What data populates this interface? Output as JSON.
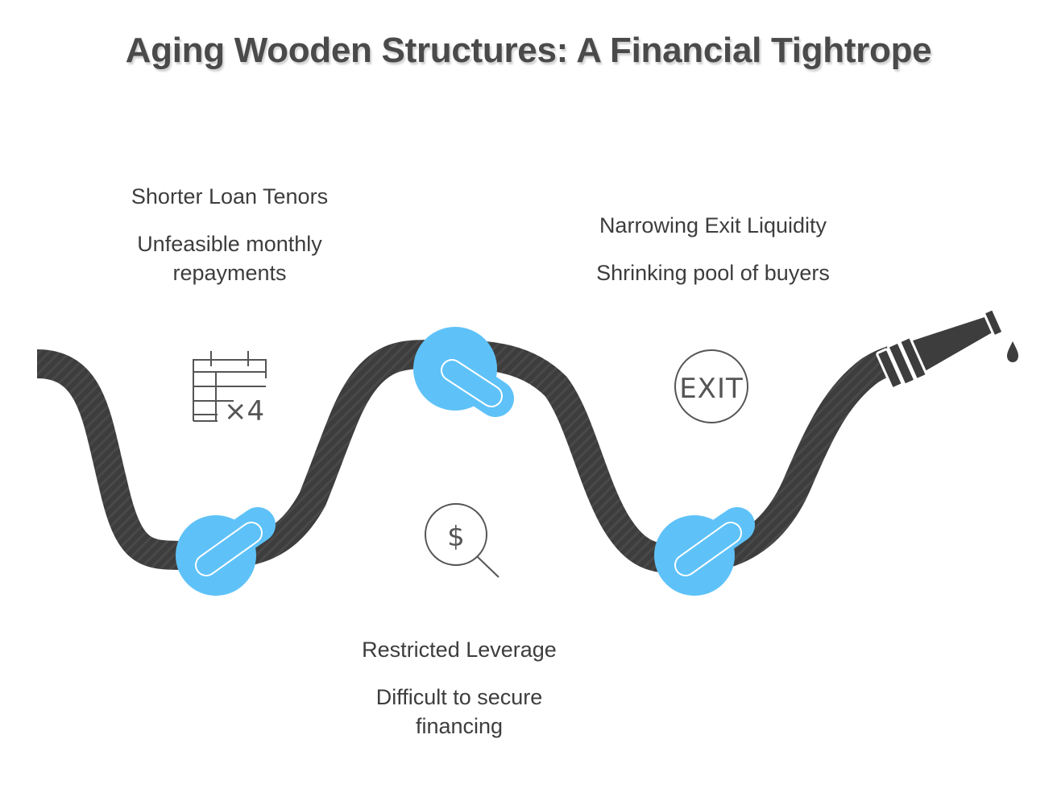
{
  "title": "Aging Wooden Structures: A Financial Tightrope",
  "challenges": [
    {
      "heading": "Shorter Loan Tenors",
      "description": "Unfeasible monthly repayments",
      "icon": "calendar-times-four-icon",
      "icon_text": "×4"
    },
    {
      "heading": "Restricted Leverage",
      "description": "Difficult to secure financing",
      "icon": "dollar-magnifier-icon",
      "icon_text": "$"
    },
    {
      "heading": "Narrowing Exit Liquidity",
      "description": "Shrinking pool of buyers",
      "icon": "exit-sign-icon",
      "icon_text": "EXIT"
    }
  ],
  "colors": {
    "rope": "#3d3d3d",
    "knot": "#5ec2f8",
    "text": "#3d3d3d",
    "title": "#4a4a4a"
  }
}
